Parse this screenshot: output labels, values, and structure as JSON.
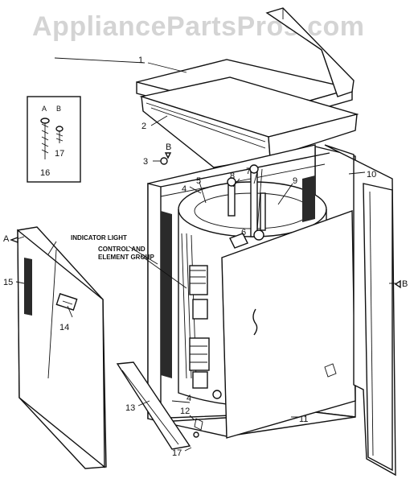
{
  "watermark": "AppliancePartsPros.com",
  "callouts": {
    "p1": "1",
    "p2": "2",
    "p3": "3",
    "p4a": "4",
    "p4b": "4",
    "p5": "5",
    "p6": "6",
    "p7": "7",
    "p8": "8",
    "p9": "9",
    "p10": "10",
    "p11": "11",
    "p12": "12",
    "p13": "13",
    "p14": "14",
    "p15": "15",
    "p16": "16",
    "p17a": "17",
    "p17b": "17"
  },
  "section_marks": {
    "a_left": "A",
    "b_top": "B",
    "b_right": "B"
  },
  "screw_legend": {
    "col_a": "A",
    "col_b": "B",
    "num_16": "16",
    "num_17": "17"
  },
  "notes": {
    "line1": "INDICATOR LIGHT",
    "line2": "CONTROL AND",
    "line3": "ELEMENT GROUP"
  },
  "colors": {
    "ink": "#111111",
    "paper": "#ffffff",
    "watermark": "#d4d4d4"
  }
}
